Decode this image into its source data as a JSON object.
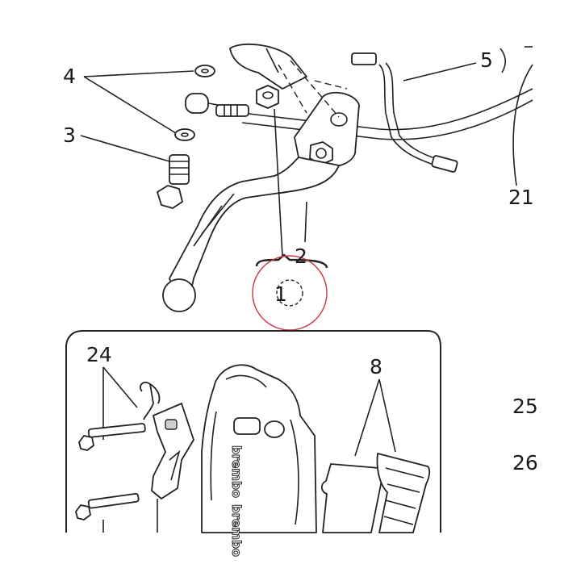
{
  "callouts": {
    "c1": "1",
    "c2": "2",
    "c3": "3",
    "c4": "4",
    "c5": "5",
    "c8": "8",
    "c21": "21",
    "c24": "24",
    "c25": "25",
    "c26": "26"
  },
  "caliper_brand": "brembo",
  "colors": {
    "line": "#222222",
    "highlight_circle": "#cc3344",
    "background": "#ffffff"
  }
}
